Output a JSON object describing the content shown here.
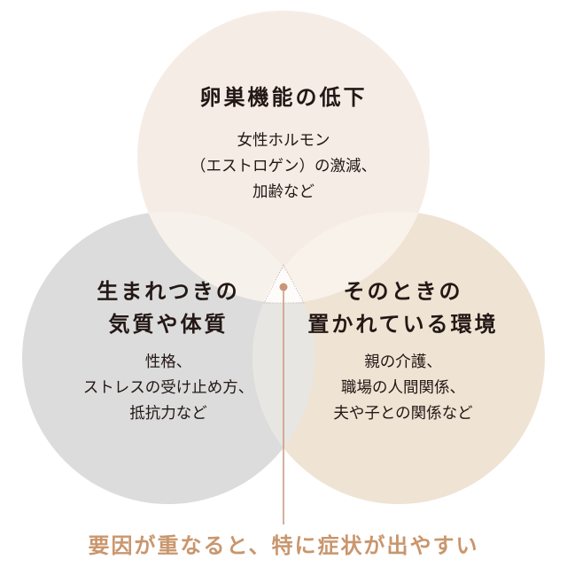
{
  "circles": {
    "top": {
      "title": "卵巣機能の低下",
      "lines": [
        "女性ホルモン",
        "（エストロゲン）の激減、",
        "加齢など"
      ],
      "color": "#f6ece6"
    },
    "left": {
      "title_lines": [
        "生まれつきの",
        "気質や体質"
      ],
      "lines": [
        "性格、",
        "ストレスの受け止め方、",
        "抵抗力など"
      ],
      "color": "#dcdcdc"
    },
    "right": {
      "title_lines": [
        "そのときの",
        "置かれている環境"
      ],
      "lines": [
        "親の介護、",
        "職場の人間関係、",
        "夫や子との関係など"
      ],
      "color": "#efe3d4"
    }
  },
  "center_marker": {
    "dot_color": "#c9967a",
    "line_color": "#c9967a"
  },
  "caption": "要因が重なると、特に症状が出やすい",
  "caption_color": "#c9966d"
}
